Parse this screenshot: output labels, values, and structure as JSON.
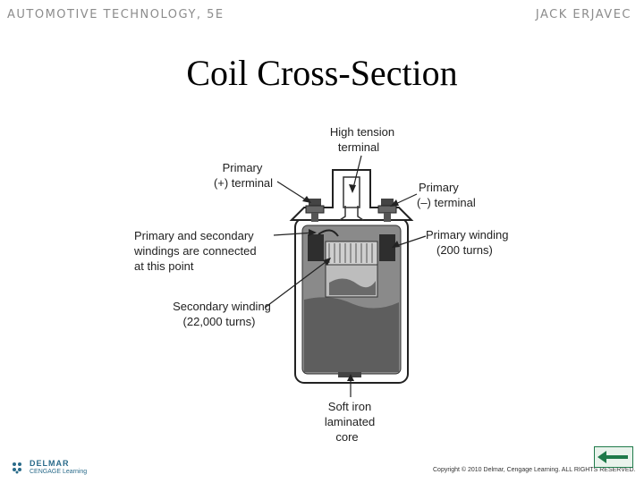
{
  "header": {
    "left": "AUTOMOTIVE TECHNOLOGY, 5E",
    "right": "JACK ERJAVEC"
  },
  "slide": {
    "title": "Coil Cross-Section"
  },
  "diagram": {
    "labels": {
      "high_tension_1": "High tension",
      "high_tension_2": "terminal",
      "primary_pos_1": "Primary",
      "primary_pos_2": "(+) terminal",
      "primary_neg_1": "Primary",
      "primary_neg_2": "(–) terminal",
      "connected_1": "Primary and secondary",
      "connected_2": "windings are connected",
      "connected_3": "at this point",
      "primary_winding_1": "Primary winding",
      "primary_winding_2": "(200 turns)",
      "secondary_winding_1": "Secondary winding",
      "secondary_winding_2": "(22,000 turns)",
      "core_1": "Soft iron",
      "core_2": "laminated",
      "core_3": "core"
    }
  },
  "footer": {
    "logo_line1": "DELMAR",
    "logo_line2": "CENGAGE Learning",
    "copyright": "Copyright © 2010 Delmar, Cengage Learning. ALL RIGHTS RESERVED."
  },
  "nav": {
    "back_icon": "left-arrow-icon",
    "back_color": "#1f7a4a"
  }
}
